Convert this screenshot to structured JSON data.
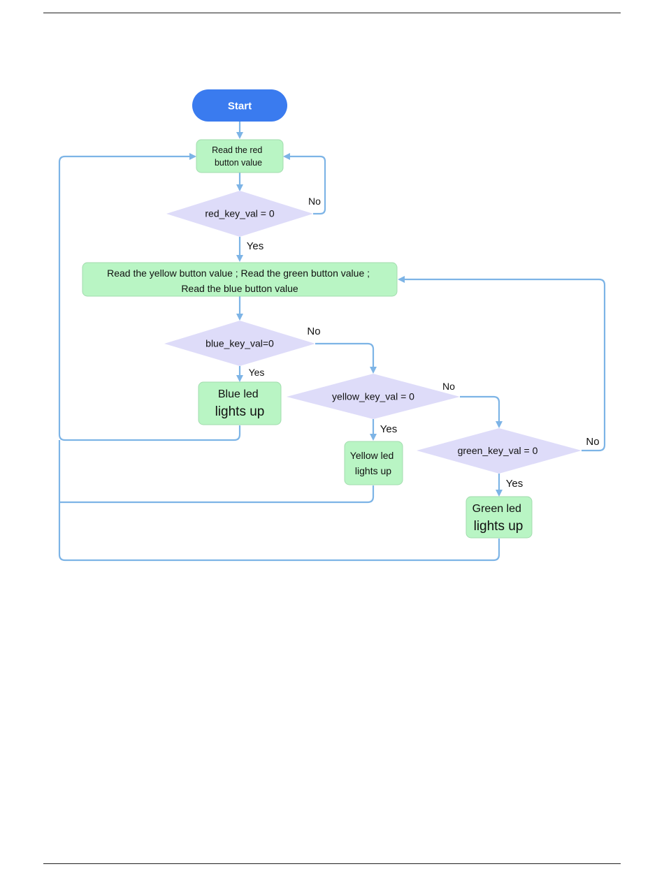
{
  "flowchart": {
    "start": "Start",
    "read_red": [
      "Read the red",
      "button value"
    ],
    "cond_red": "red_key_val = 0",
    "read_all": [
      "Read the yellow button value  ; Read the green button value ;",
      "Read the blue button value"
    ],
    "cond_blue": "blue_key_val=0",
    "blue_led": [
      "Blue led",
      "lights up"
    ],
    "cond_yellow": "yellow_key_val = 0",
    "yellow_led": [
      "Yellow led",
      "lights up"
    ],
    "cond_green": "green_key_val = 0",
    "green_led": [
      "Green led",
      "lights up"
    ],
    "labels": {
      "red_no": "No",
      "red_yes": "Yes",
      "blue_no": "No",
      "blue_yes": "Yes",
      "yellow_no": "No",
      "yellow_yes": "Yes",
      "green_no": "No",
      "green_yes": "Yes"
    }
  },
  "colors": {
    "start_fill": "#3a7bef",
    "process_fill": "#b9f5c4",
    "process_stroke": "#a2dcae",
    "decision_fill": "#dedcf9",
    "connector": "#7db4e6"
  }
}
